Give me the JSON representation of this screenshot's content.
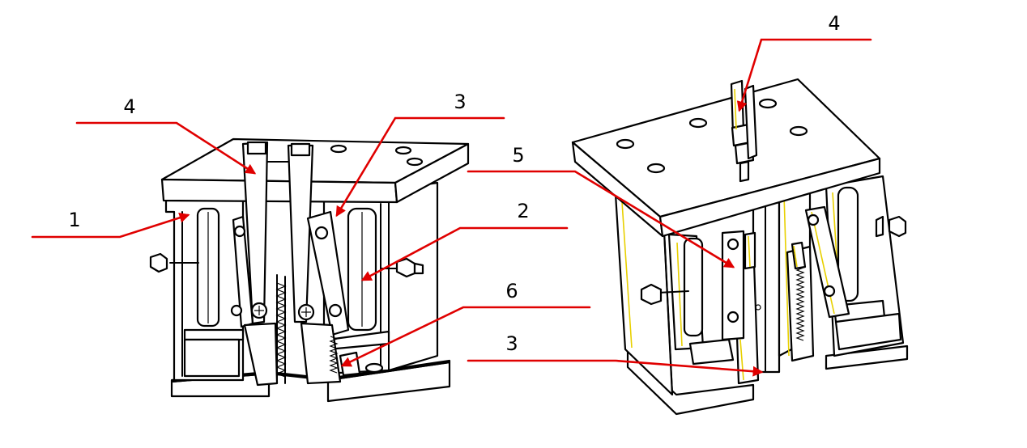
{
  "colors": {
    "leader": "#e00000",
    "outline": "#000000",
    "accent_yellow": "#e8d000"
  },
  "callouts": {
    "left": [
      {
        "id": "left-1",
        "label": "1"
      },
      {
        "id": "left-4",
        "label": "4"
      },
      {
        "id": "left-3",
        "label": "3"
      },
      {
        "id": "left-2",
        "label": "2"
      },
      {
        "id": "left-6",
        "label": "6"
      }
    ],
    "right": [
      {
        "id": "right-4",
        "label": "4"
      },
      {
        "id": "right-5",
        "label": "5"
      },
      {
        "id": "right-3",
        "label": "3"
      }
    ]
  }
}
